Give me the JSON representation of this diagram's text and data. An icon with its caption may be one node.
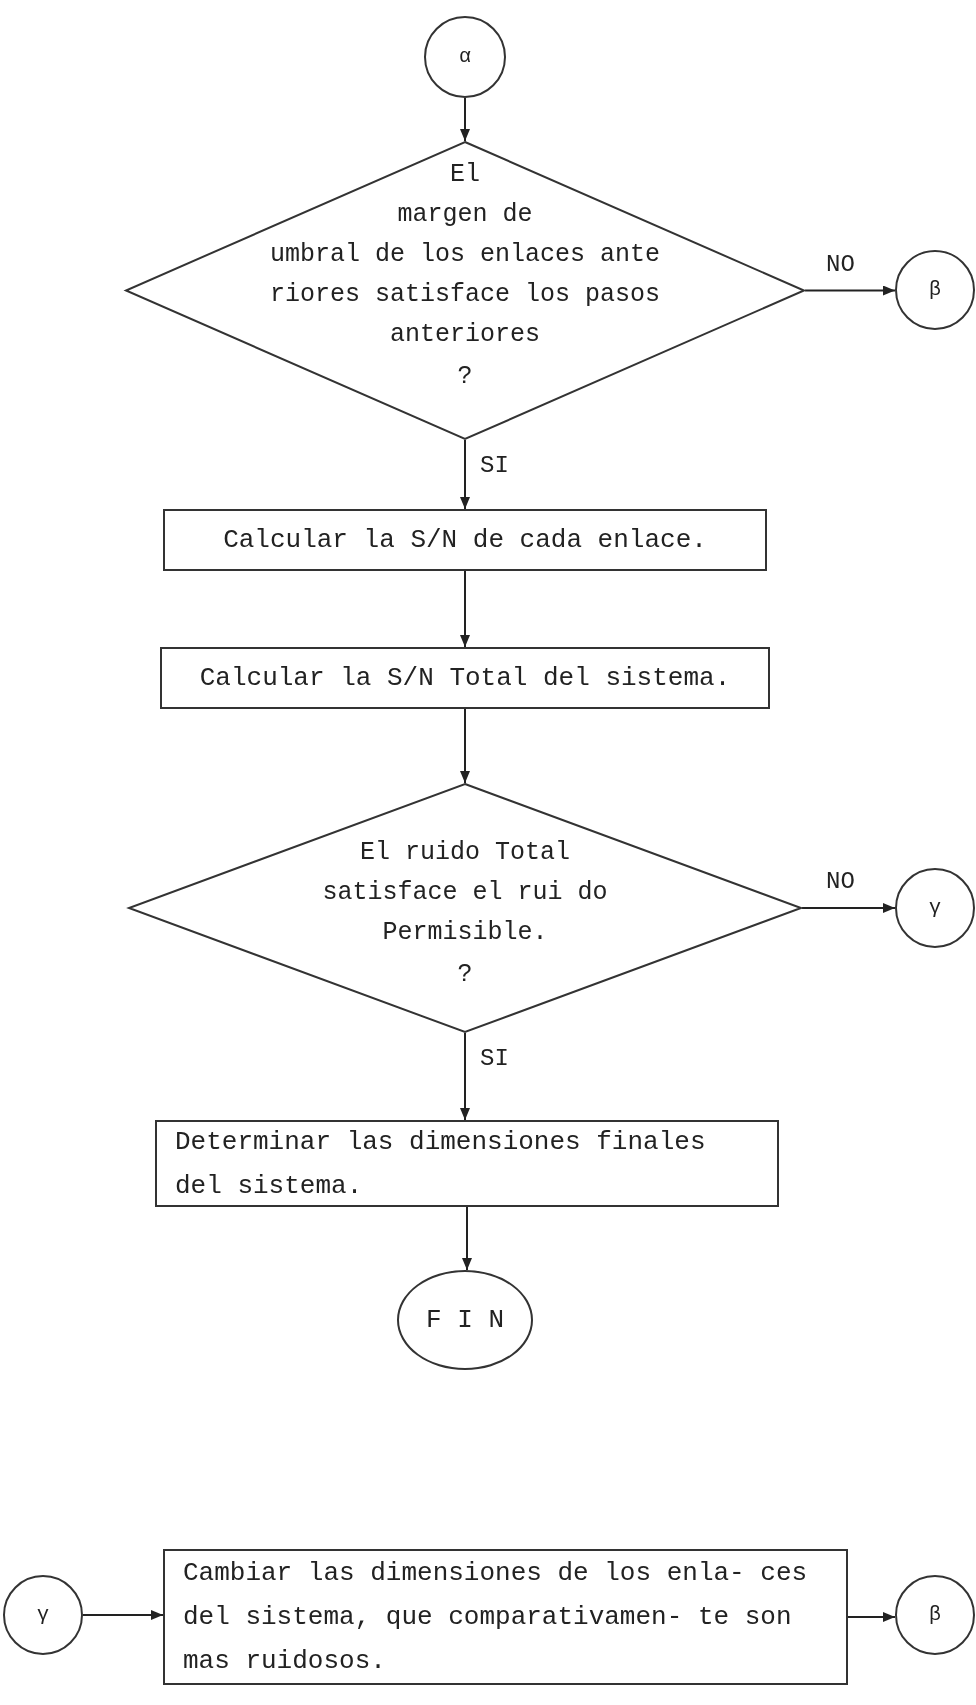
{
  "diagram": {
    "nodes": [
      {
        "text": [
          "α"
        ]
      },
      {
        "text": [
          "El margen de umbral de los enlaces ante riores satisface los pasos anteriores",
          "?"
        ]
      },
      {
        "text": [
          "β"
        ]
      },
      {
        "text": [
          "Calcular la S/N de cada enlace."
        ]
      },
      {
        "text": [
          "Calcular la S/N Total del sistema."
        ]
      },
      {
        "text": [
          "El ruido Total satisface el rui do Permisible.",
          "?"
        ]
      },
      {
        "text": [
          "γ"
        ]
      },
      {
        "text": [
          "Determinar las dimensiones finales del sistema."
        ]
      },
      {
        "text": [
          "F I N"
        ]
      },
      {
        "text": [
          "γ"
        ]
      },
      {
        "text": [
          "Cambiar las dimensiones de los enla- ces del sistema, que comparativamen- te son mas ruidosos."
        ]
      },
      {
        "text": [
          "β"
        ]
      }
    ],
    "edges": [
      {
        "from": 0,
        "to": 1,
        "arrow": "to"
      },
      {
        "from": 1,
        "to": 2,
        "arrow": "to",
        "label": "NO"
      },
      {
        "from": 1,
        "to": 3,
        "arrow": "to",
        "label": "SI"
      },
      {
        "from": 3,
        "to": 4,
        "arrow": "to"
      },
      {
        "from": 4,
        "to": 5,
        "arrow": "to"
      },
      {
        "from": 5,
        "to": 6,
        "arrow": "to",
        "label": "NO"
      },
      {
        "from": 5,
        "to": 7,
        "arrow": "to",
        "label": "SI"
      },
      {
        "from": 7,
        "to": 8,
        "arrow": "to"
      },
      {
        "from": 9,
        "to": 10,
        "arrow": "to"
      },
      {
        "from": 10,
        "to": 11,
        "arrow": "to"
      }
    ]
  }
}
